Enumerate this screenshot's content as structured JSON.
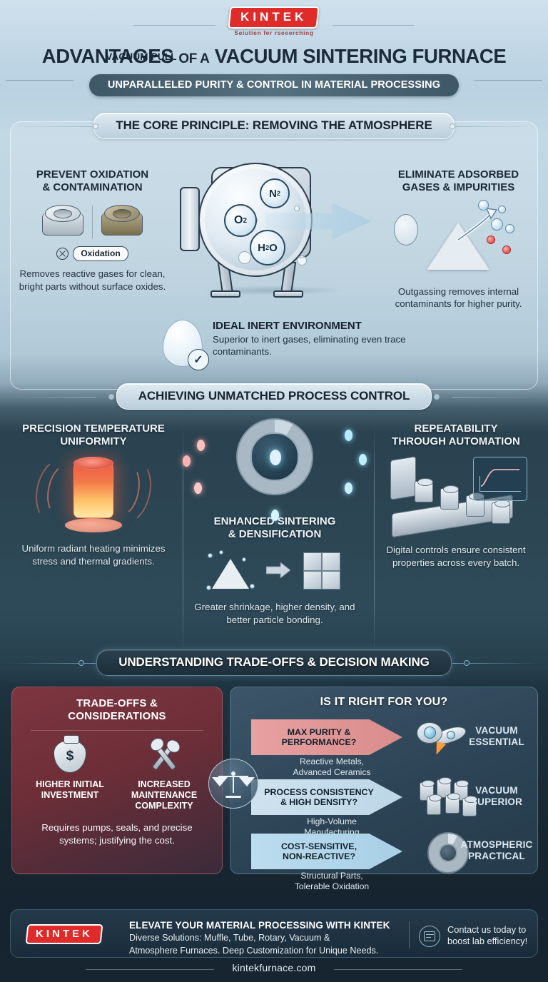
{
  "brand": {
    "name": "KINTEK",
    "tagline": "Seiutien fer rseeerching",
    "website": "kintekfurnace.com"
  },
  "header": {
    "title_part1": "ADVANTAGES",
    "title_part2": "OF A",
    "title_part3": "VACUUM SINTERING FURNACE",
    "subtitle": "UNPARALLELED PURITY & CONTROL IN MATERIAL PROCESSING"
  },
  "section1": {
    "banner": "THE CORE PRINCIPLE: REMOVING THE ATMOSPHERE",
    "left": {
      "heading_line1": "PREVENT OXIDATION",
      "heading_line2": "& CONTAMINATION",
      "badge": "Oxidation",
      "body": "Removes reactive gases for clean, bright parts without surface oxides."
    },
    "center": {
      "arrow_label": "VACUUM PULL",
      "molecules": [
        "N2",
        "O2",
        "H2O"
      ]
    },
    "right": {
      "heading_line1": "ELIMINATE ADSORBED",
      "heading_line2": "GASES & IMPURITIES",
      "body": "Outgassing removes internal contaminants for higher purity."
    },
    "inert": {
      "heading": "IDEAL INERT ENVIRONMENT",
      "body": "Superior to inert gases, eliminating even trace contaminants."
    }
  },
  "section2": {
    "banner": "ACHIEVING UNMATCHED PROCESS CONTROL",
    "left": {
      "heading_line1": "PRECISION TEMPERATURE",
      "heading_line2": "UNIFORMITY",
      "body": "Uniform radiant heating minimizes stress and thermal gradients."
    },
    "center": {
      "heading_line1": "ENHANCED SINTERING",
      "heading_line2": "& DENSIFICATION",
      "body": "Greater shrinkage, higher density, and better particle bonding."
    },
    "right": {
      "heading_line1": "REPEATABILITY",
      "heading_line2": "THROUGH AUTOMATION",
      "body": "Digital controls ensure consistent properties across every batch."
    }
  },
  "section3": {
    "banner": "UNDERSTANDING TRADE-OFFS & DECISION MAKING",
    "tradeoffs": {
      "title_line1": "TRADE-OFFS &",
      "title_line2": "CONSIDERATIONS",
      "items": [
        {
          "icon": "money-bag-icon",
          "label": "HIGHER INITIAL INVESTMENT"
        },
        {
          "icon": "wrenches-icon",
          "label": "INCREASED MAINTENANCE COMPLEXITY"
        }
      ],
      "note": "Requires pumps, seals, and precise systems; justifying the cost."
    },
    "decision": {
      "title": "IS IT RIGHT FOR YOU?",
      "rows": [
        {
          "question_line1": "MAX PURITY &",
          "question_line2": "PERFORMANCE?",
          "examples_line1": "Reactive Metals,",
          "examples_line2": "Advanced Ceramics",
          "icon": "rocket-icon",
          "result_line1": "VACUUM",
          "result_line2": "ESSENTIAL",
          "color": "#d98c8c"
        },
        {
          "question_line1": "PROCESS CONSISTENCY",
          "question_line2": "& HIGH DENSITY?",
          "examples_line1": "High-Volume",
          "examples_line2": "Manufacturing",
          "icon": "cylinder-stack-icon",
          "result_line1": "VACUUM",
          "result_line2": "SUPERIOR",
          "color": "#bcd6e6"
        },
        {
          "question_line1": "COST-SENSITIVE,",
          "question_line2": "NON-REACTIVE?",
          "examples_line1": "Structural Parts,",
          "examples_line2": "Tolerable Oxidation",
          "icon": "gear-icon",
          "result_line1": "ATMOSPHERIC",
          "result_line2": "PRACTICAL",
          "color": "#a8cfe6"
        }
      ]
    }
  },
  "footer": {
    "headline": "ELEVATE YOUR MATERIAL PROCESSING WITH KINTEK",
    "body_line1": "Diverse Solutions: Muffle, Tube, Rotary, Vacuum &",
    "body_line2": "Atmosphere Furnaces. Deep Customization for Unique Needs.",
    "cta_line1": "Contact us today to",
    "cta_line2": "boost lab efficiency!"
  },
  "colors": {
    "brand_red": "#e02b2b",
    "tradeoff_red": "#7d3640",
    "decision_blue": "#3c5568",
    "dark_bg": "#16252f"
  }
}
